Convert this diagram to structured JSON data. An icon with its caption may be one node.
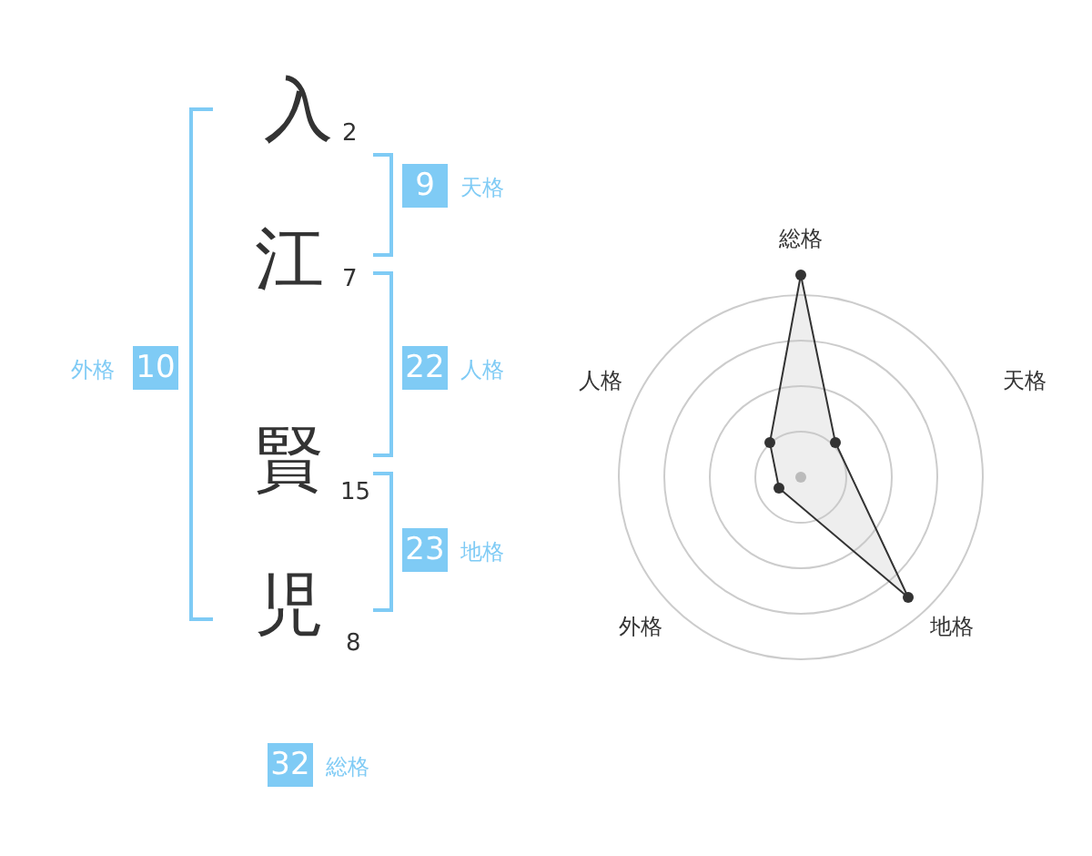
{
  "diagram": {
    "nodes": [
      {
        "text": [
          "9"
        ],
        "beside": [
          "天格"
        ]
      },
      {
        "text": [
          "22"
        ],
        "beside": [
          "人格"
        ]
      },
      {
        "text": [
          "23"
        ],
        "beside": [
          "地格"
        ]
      },
      {
        "text": [
          "10"
        ],
        "beside": [
          "外格"
        ]
      },
      {
        "text": [
          "32"
        ],
        "beside": [
          "総格"
        ]
      }
    ],
    "labels": [
      "入",
      "2",
      "江",
      "7",
      "賢",
      "15",
      "児",
      "8",
      "総格",
      "人格",
      "天格",
      "外格",
      "地格"
    ]
  }
}
